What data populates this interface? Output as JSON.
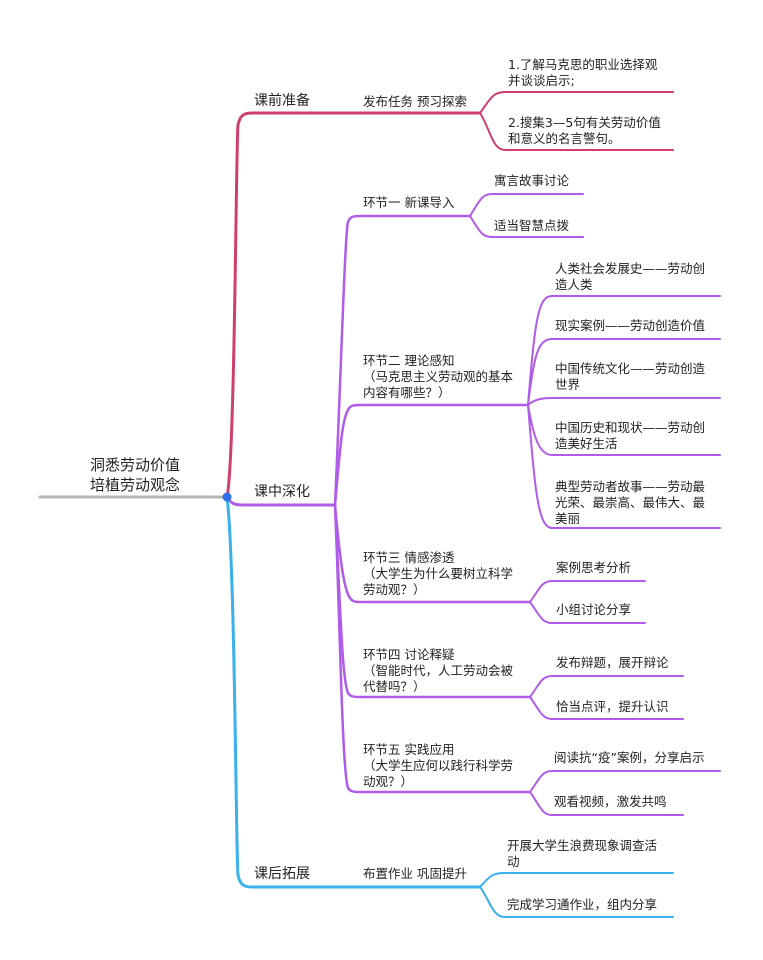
{
  "root": {
    "line1": "洞悉劳动价值",
    "line2": "培植劳动观念"
  },
  "colors": {
    "pre": "#cf3f6e",
    "in": "#b05ce8",
    "post": "#3ab0ea",
    "root_line": "#b5b5b5",
    "dot": "#2f6ee8"
  },
  "pre": {
    "label": "课前准备",
    "task": "发布任务 预习探索",
    "leaves": [
      "1.了解马克思的职业选择观并谈谈启示;",
      "2.搜集3—5句有关劳动价值和意义的名言警句。"
    ]
  },
  "in": {
    "label": "课中深化",
    "stages": [
      {
        "title": "环节一 新课导入",
        "question": "",
        "leaves": [
          "寓言故事讨论",
          "适当智慧点拨"
        ]
      },
      {
        "title": "环节二 理论感知",
        "question": "（马克思主义劳动观的基本内容有哪些？）",
        "leaves": [
          "人类社会发展史——劳动创造人类",
          "现实案例——劳动创造价值",
          "中国传统文化——劳动创造世界",
          "中国历史和现状——劳动创造美好生活",
          "典型劳动者故事——劳动最光荣、最崇高、最伟大、最美丽"
        ]
      },
      {
        "title": "环节三 情感渗透",
        "question": "（大学生为什么要树立科学劳动观？）",
        "leaves": [
          "案例思考分析",
          "小组讨论分享"
        ]
      },
      {
        "title": "环节四 讨论释疑",
        "question": "（智能时代，人工劳动会被代替吗？）",
        "leaves": [
          "发布辩题，展开辩论",
          "恰当点评，提升认识"
        ]
      },
      {
        "title": "环节五 实践应用",
        "question": "（大学生应何以践行科学劳动观？）",
        "leaves": [
          "阅读抗“疫”案例，分享启示",
          "观看视频，激发共鸣"
        ]
      }
    ]
  },
  "post": {
    "label": "课后拓展",
    "task": "布置作业 巩固提升",
    "leaves": [
      "开展大学生浪费现象调查活动",
      "完成学习通作业，组内分享"
    ]
  }
}
